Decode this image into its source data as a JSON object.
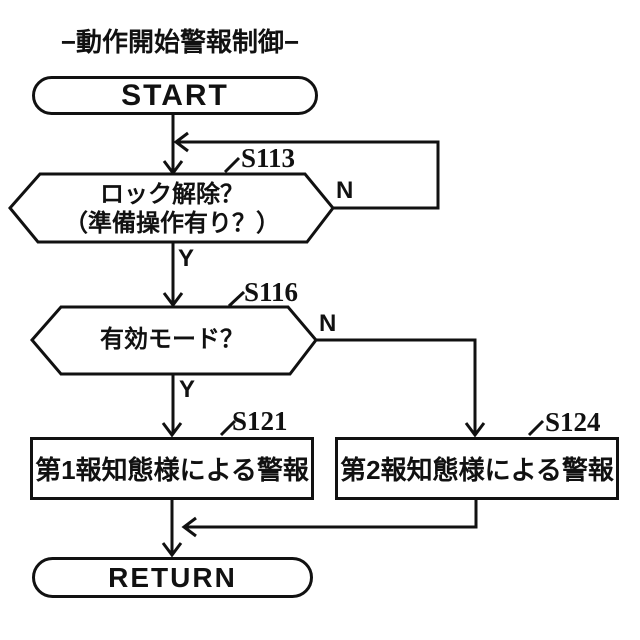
{
  "title": "−動作開始警報制御−",
  "nodes": {
    "start": {
      "label": "START"
    },
    "s113": {
      "step": "S113",
      "question_line1": "ロック解除？",
      "question_line2": "（準備操作有り？）",
      "yes": "Y",
      "no": "N"
    },
    "s116": {
      "step": "S116",
      "question": "有効モード？",
      "yes": "Y",
      "no": "N"
    },
    "s121": {
      "step": "S121",
      "label": "第1報知態様による警報"
    },
    "s124": {
      "step": "S124",
      "label": "第2報知態様による警報"
    },
    "return": {
      "label": "RETURN"
    }
  },
  "colors": {
    "line": "#111111",
    "background": "#ffffff",
    "text": "#111111"
  }
}
